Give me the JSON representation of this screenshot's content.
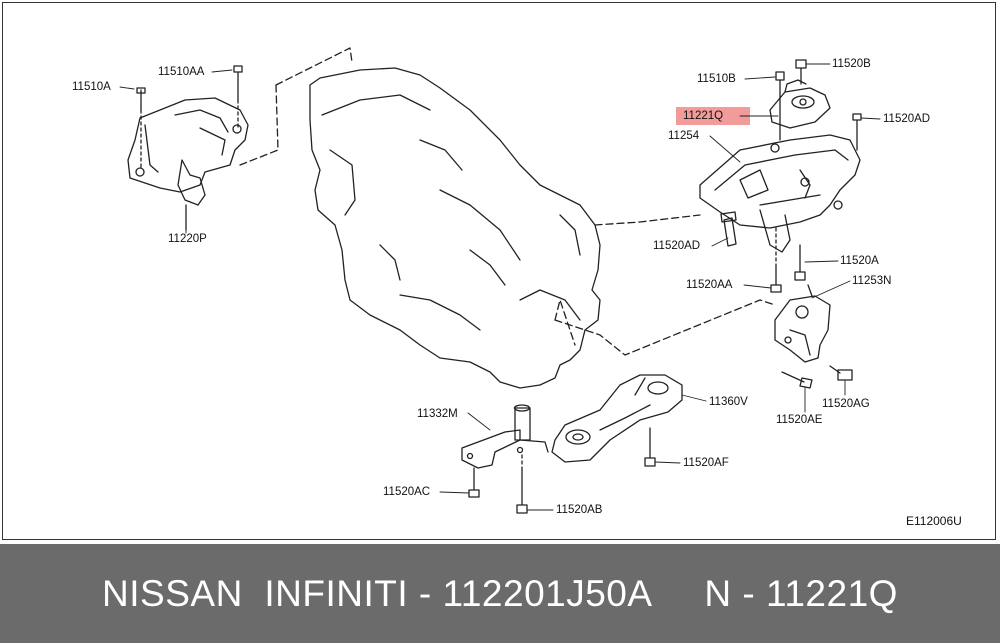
{
  "diagram": {
    "code": "E112006U",
    "highlighted_part": "11221Q",
    "labels": {
      "p11510A": "11510A",
      "p11510AA": "11510AA",
      "p11220P": "11220P",
      "p11510B": "11510B",
      "p11520B": "11520B",
      "p11221Q": "11221Q",
      "p11520AD_r": "11520AD",
      "p11254": "11254",
      "p11520AD_l": "11520AD",
      "p11520A": "11520A",
      "p11520AA": "11520AA",
      "p11253N": "11253N",
      "p11360V": "11360V",
      "p11332M": "11332M",
      "p11520AG": "11520AG",
      "p11520AE": "11520AE",
      "p11520AF": "11520AF",
      "p11520AC": "11520AC",
      "p11520AB": "11520AB"
    }
  },
  "footer": {
    "text": "NISSAN  INFINITI - 112201J50A     N - 11221Q"
  },
  "colors": {
    "highlight": "#f08a8a",
    "footer_bg": "#6b6b6b",
    "footer_text": "#ffffff"
  }
}
